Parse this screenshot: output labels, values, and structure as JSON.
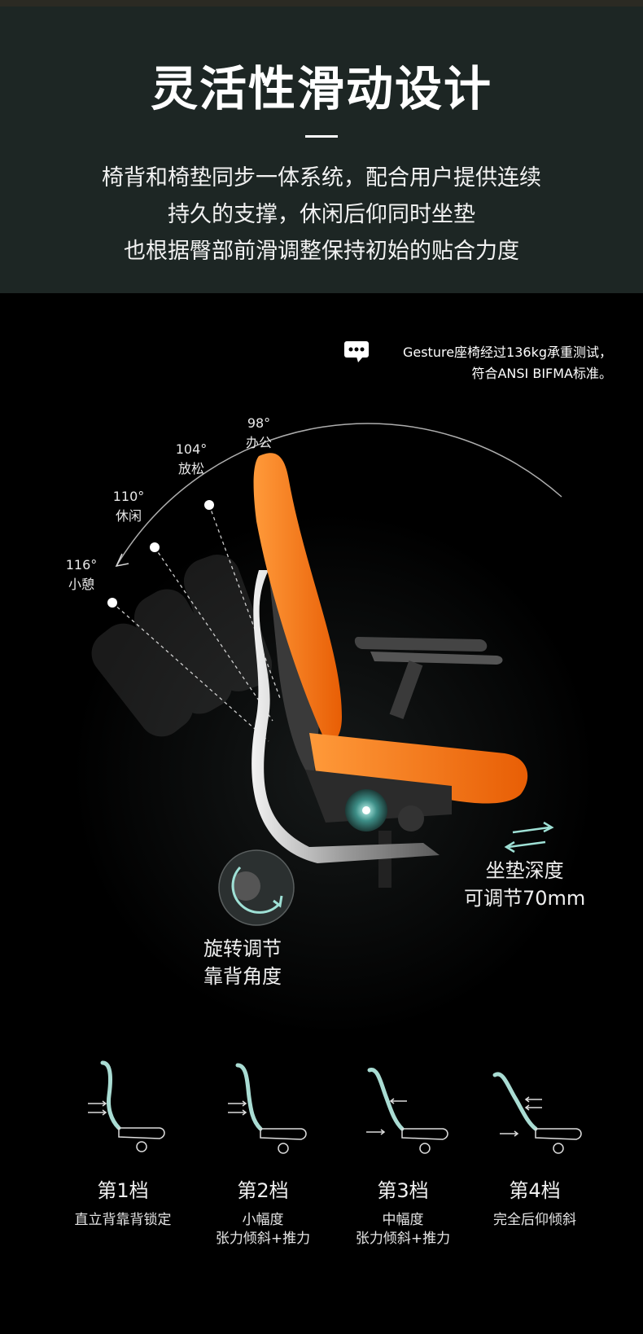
{
  "header": {
    "title": "灵活性滑动设计",
    "lines": [
      "椅背和椅垫同步一体系统，配合用户提供连续",
      "持久的支撑，休闲后仰同时坐垫",
      "也根据臀部前滑调整保持初始的贴合力度"
    ]
  },
  "note": {
    "icon": "chat-bubble-icon",
    "line1": "Gesture座椅经过136kg承重测试，",
    "line2": "符合ANSI BIFMA标准。"
  },
  "angles": [
    {
      "deg": "98°",
      "label": "办公"
    },
    {
      "deg": "104°",
      "label": "放松"
    },
    {
      "deg": "110°",
      "label": "休闲"
    },
    {
      "deg": "116°",
      "label": "小憩"
    }
  ],
  "seat_depth": {
    "line1": "坐垫深度",
    "line2": "可调节70mm"
  },
  "rotate": {
    "line1": "旋转调节",
    "line2": "靠背角度"
  },
  "modes": [
    {
      "name": "第1档",
      "sub1": "直立背靠背锁定",
      "sub2": ""
    },
    {
      "name": "第2档",
      "sub1": "小幅度",
      "sub2": "张力倾斜+推力"
    },
    {
      "name": "第3档",
      "sub1": "中幅度",
      "sub2": "张力倾斜+推力"
    },
    {
      "name": "第4档",
      "sub1": "完全后仰倾斜",
      "sub2": ""
    }
  ],
  "colors": {
    "accent": "#ff7a12",
    "teal": "#a9dcd3",
    "header_bg": "#1d2624"
  }
}
